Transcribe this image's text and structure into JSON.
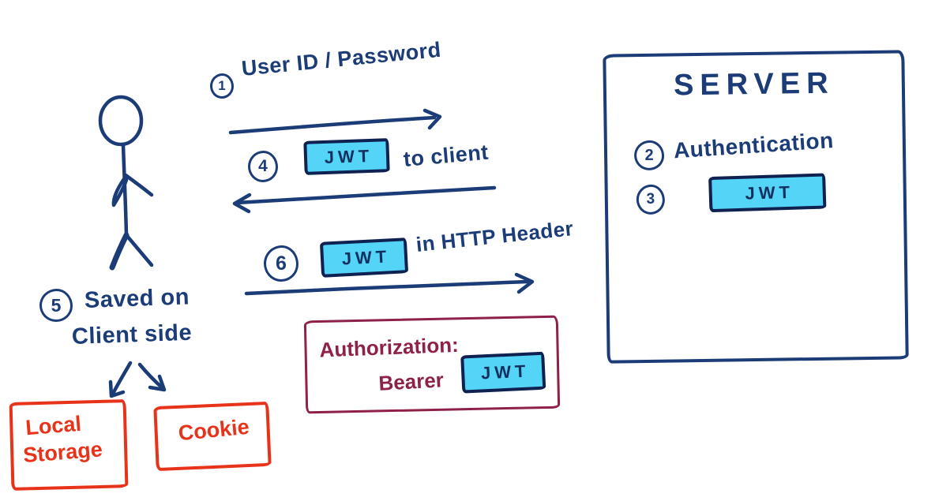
{
  "colors": {
    "bg": "#ffffff",
    "navy": "#1b3c77",
    "ink": "#14305f",
    "cyan": "#54d4f6",
    "cyan-border": "#0f2150",
    "maroon": "#8e2049",
    "red": "#e8331b"
  },
  "steps": {
    "step1": {
      "number": "1",
      "label": "User ID / Password"
    },
    "step2": {
      "number": "2",
      "label": "Authentication"
    },
    "step3": {
      "number": "3",
      "token": "JWT"
    },
    "step4": {
      "number": "4",
      "token": "JWT",
      "label": "to client"
    },
    "step5": {
      "number": "5",
      "label_line1": "Saved on",
      "label_line2": "Client side"
    },
    "step6": {
      "number": "6",
      "token": "JWT",
      "label": "in HTTP Header"
    }
  },
  "server": {
    "title": "SERVER"
  },
  "auth_header": {
    "label": "Authorization:",
    "scheme": "Bearer",
    "token": "JWT"
  },
  "storage": {
    "local_line1": "Local",
    "local_line2": "Storage",
    "cookie": "Cookie"
  }
}
